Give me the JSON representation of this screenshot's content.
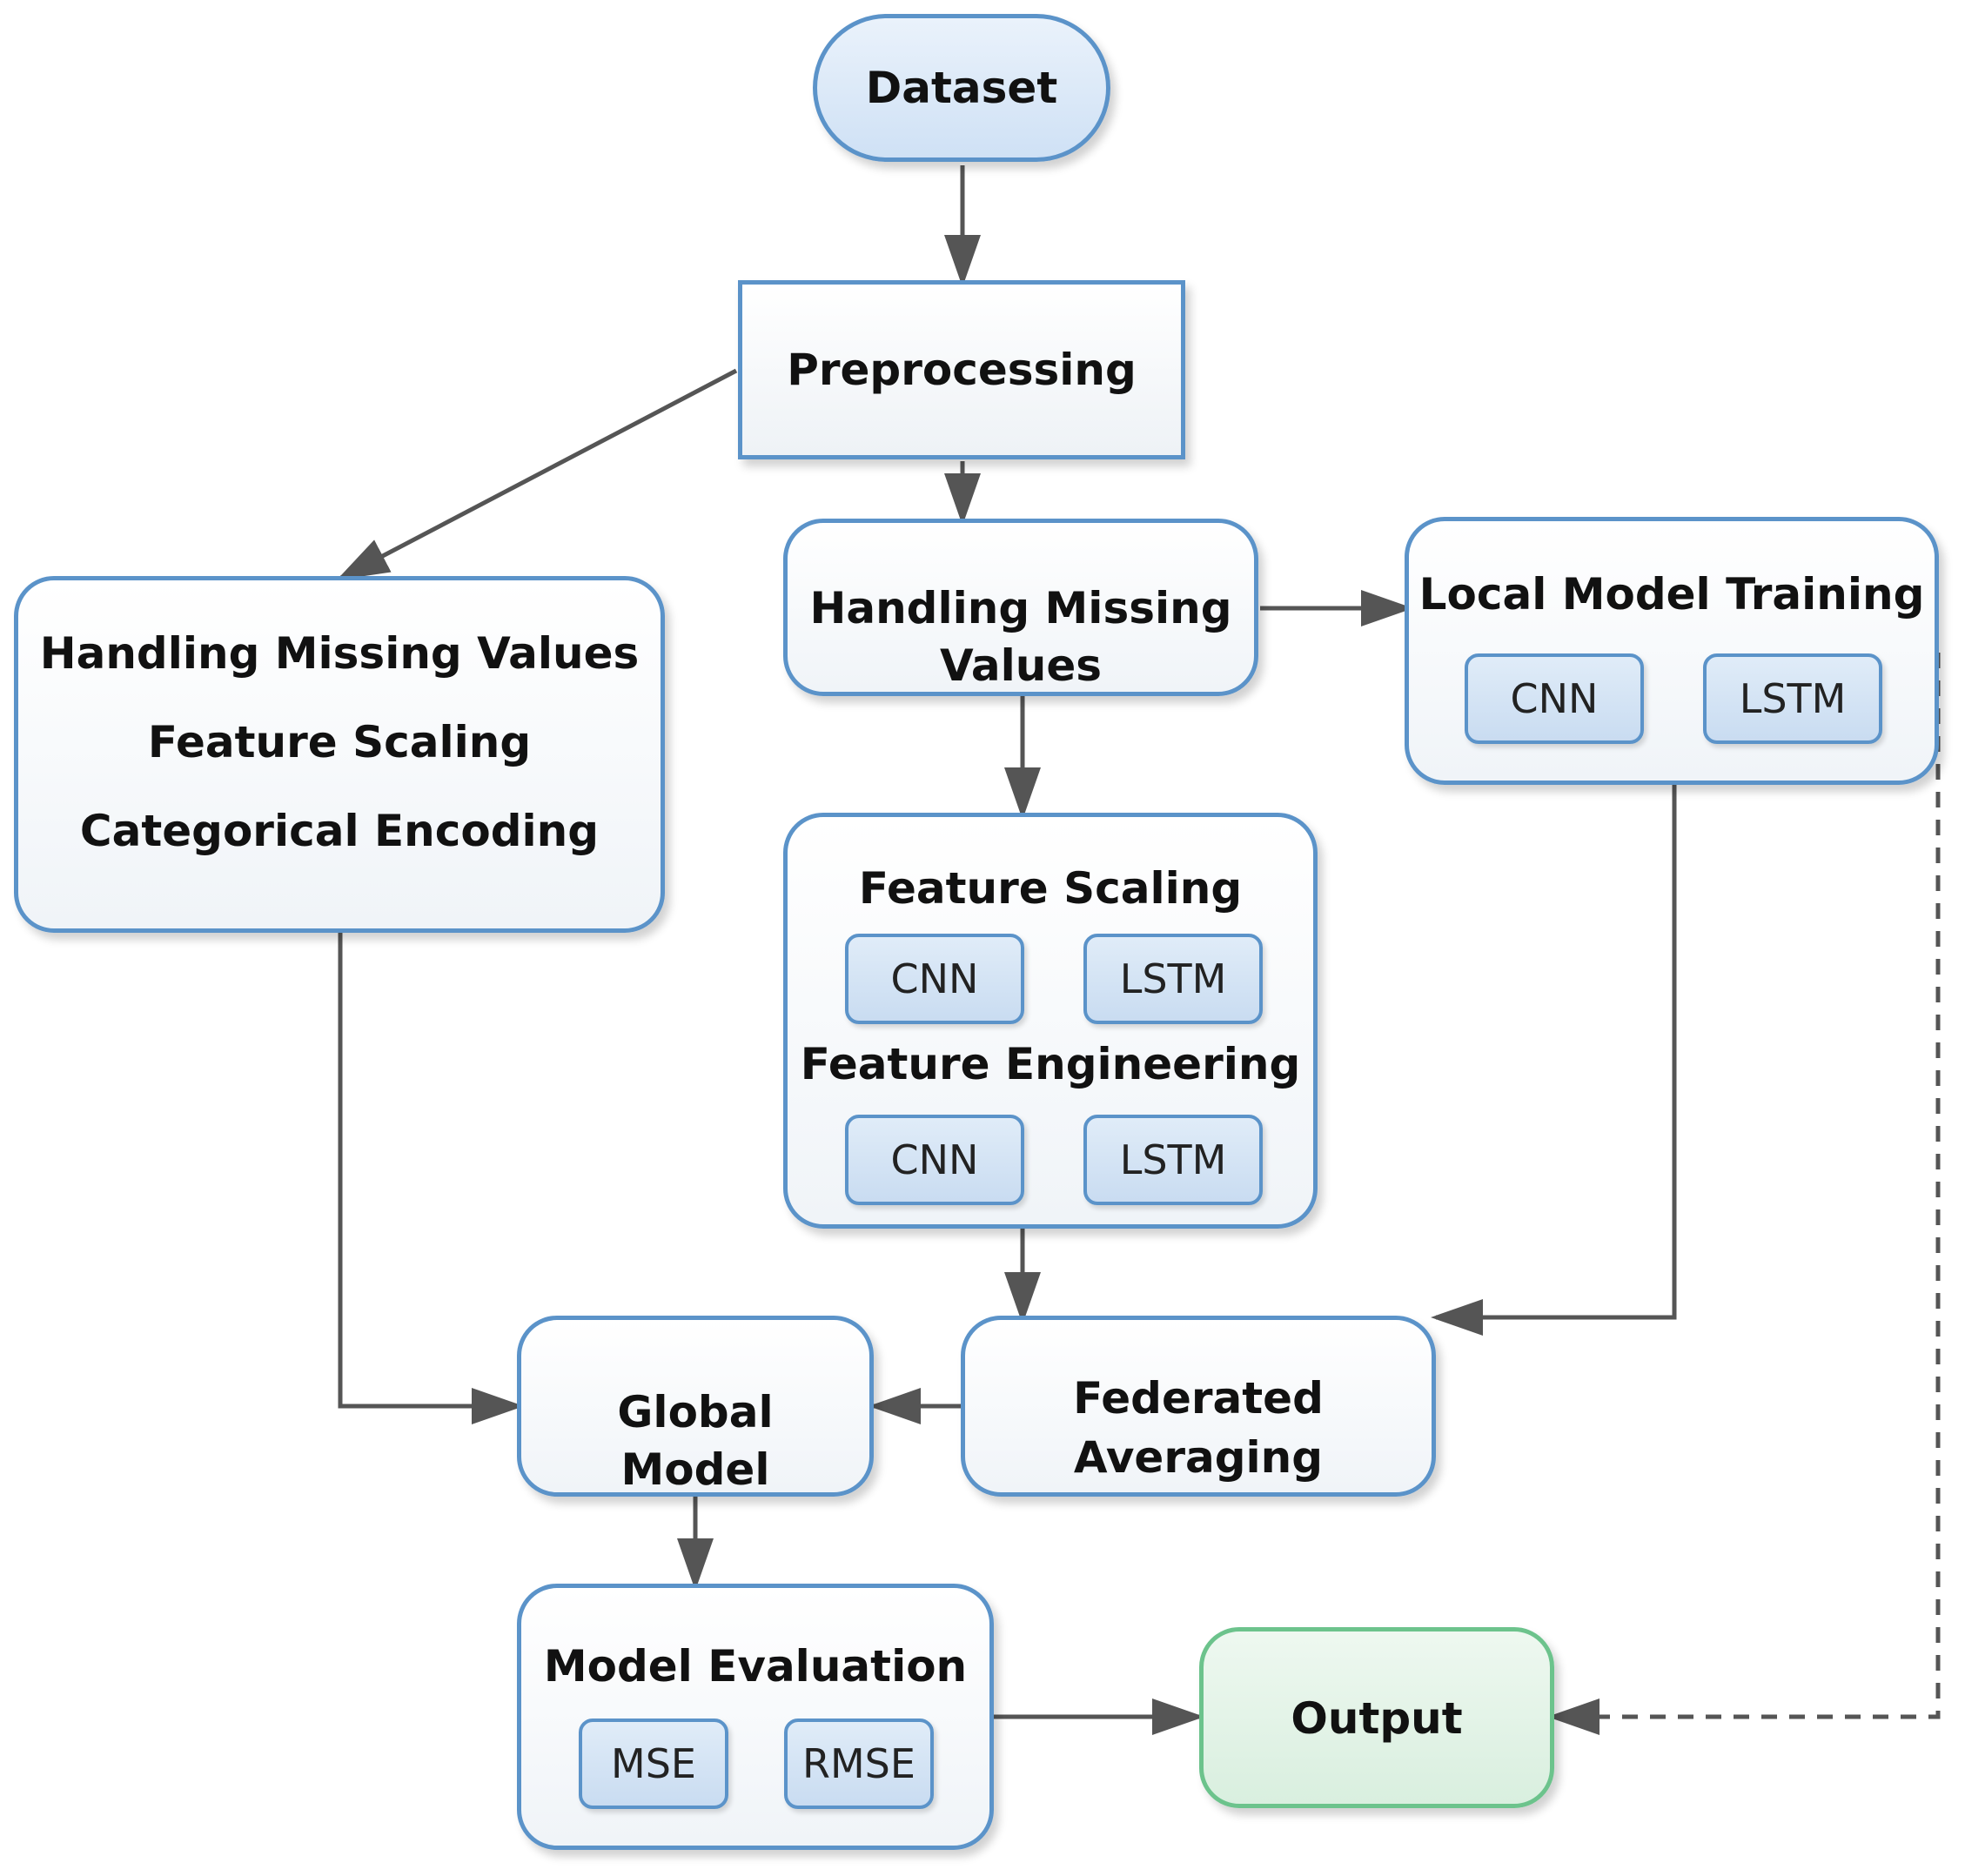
{
  "nodes": {
    "dataset": "Dataset",
    "preprocessing": "Preprocessing",
    "left_box": {
      "line1": "Handling Missing Values",
      "line2": "Feature Scaling",
      "line3": "Categorical Encoding"
    },
    "handling_missing": {
      "line1": "Handling Missing",
      "line2": "Values"
    },
    "local_training": {
      "title": "Local Model Training",
      "chip1": "CNN",
      "chip2": "LSTM"
    },
    "feature_box": {
      "title1": "Feature Scaling",
      "chip1": "CNN",
      "chip2": "LSTM",
      "title2": "Feature Engineering",
      "chip3": "CNN",
      "chip4": "LSTM"
    },
    "global_model": {
      "line1": "Global",
      "line2": "Model"
    },
    "federated_averaging": {
      "line1": "Federated",
      "line2": "Averaging"
    },
    "model_evaluation": {
      "title": "Model Evaluation",
      "chip1": "MSE",
      "chip2": "RMSE"
    },
    "output": "Output"
  },
  "colors": {
    "node_border": "#5b93c9",
    "output_border": "#6cc38c",
    "arrow": "#555555"
  }
}
